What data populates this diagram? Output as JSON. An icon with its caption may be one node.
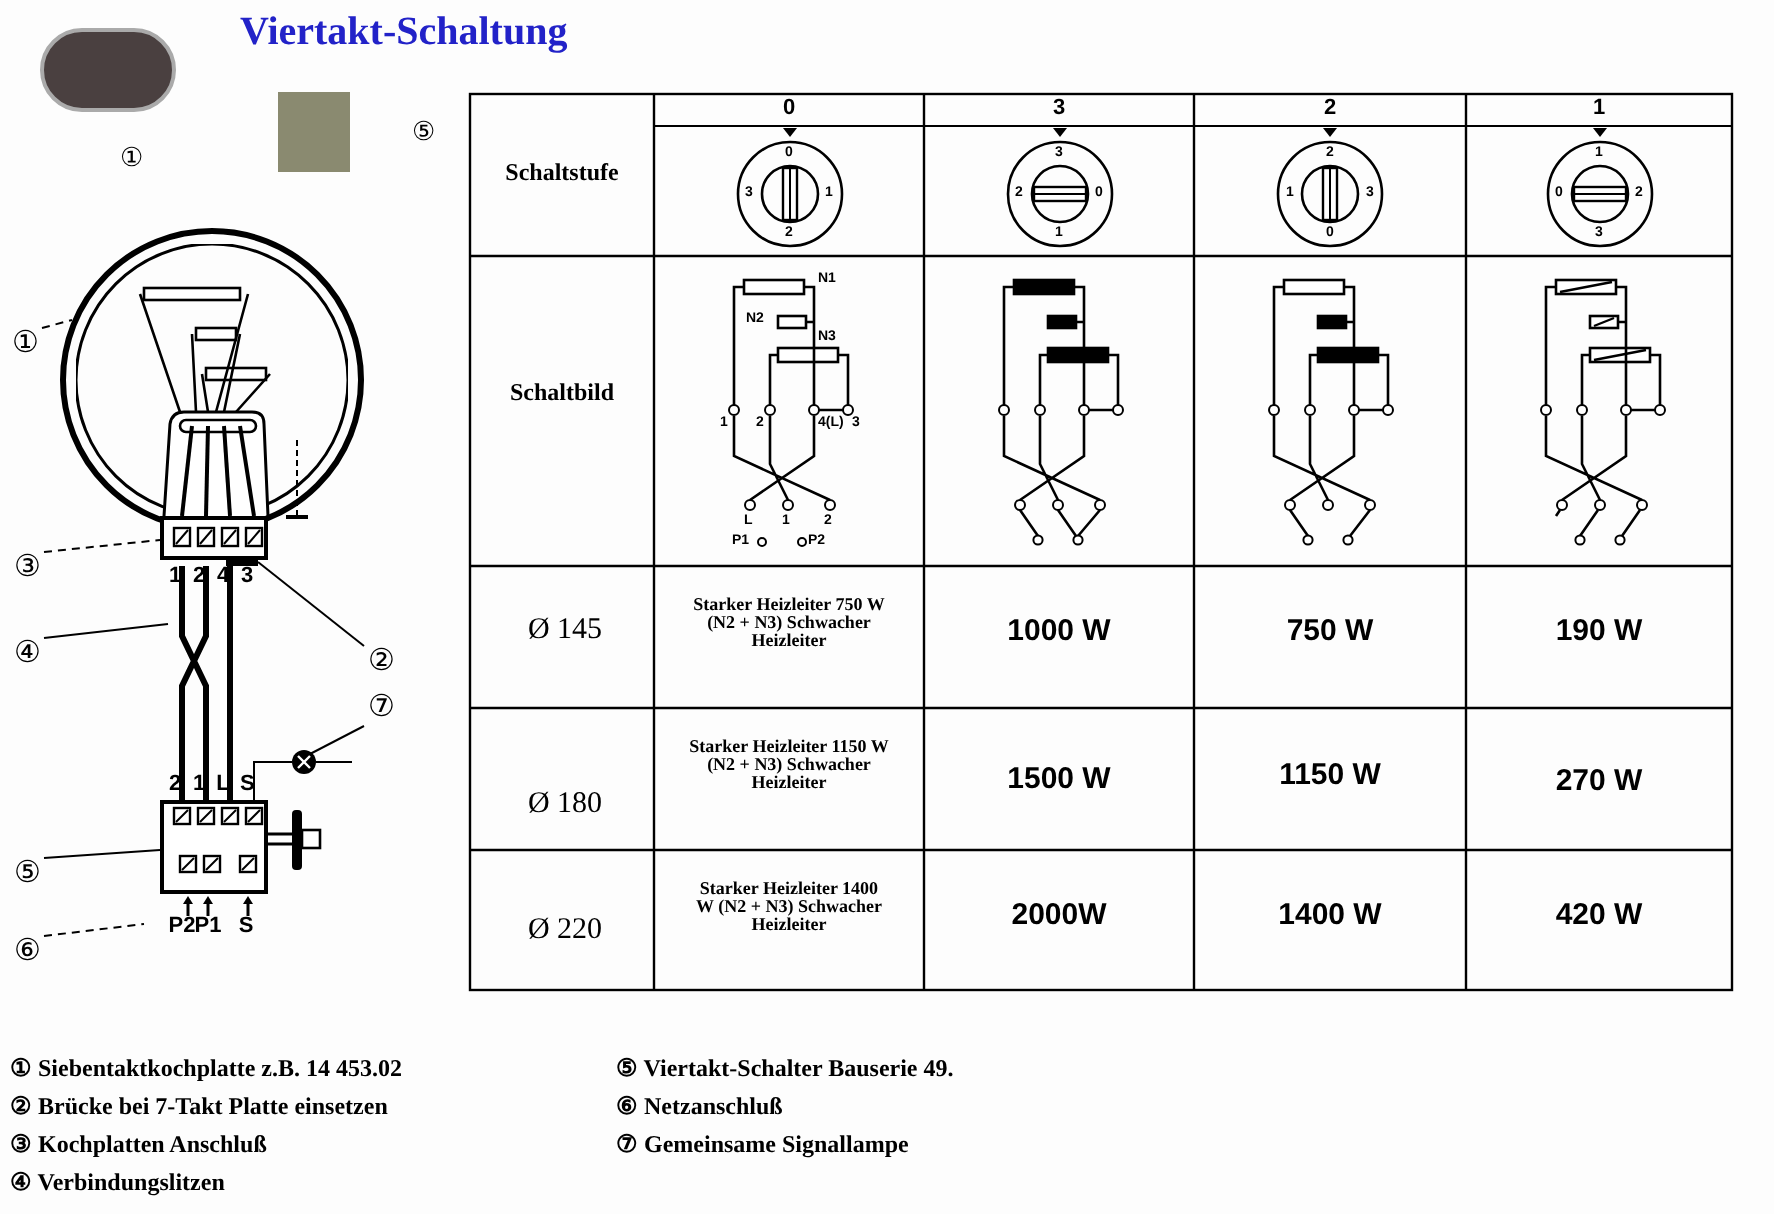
{
  "diagram": {
    "title": "Viertakt-Schaltung",
    "nodes": [
      {
        "text": [
          "①"
        ]
      },
      {
        "text": [],
        "shape": "circle"
      },
      {
        "text": [
          "③"
        ]
      },
      {
        "text": [],
        "shape": "box"
      },
      {
        "text": [
          "④"
        ]
      },
      {
        "text": [],
        "shape": "line"
      },
      {
        "text": [
          "②"
        ]
      },
      {
        "text": [],
        "shape": "bar"
      },
      {
        "text": [
          "⑦"
        ]
      },
      {
        "text": [],
        "shape": "circle"
      },
      {
        "text": [
          "⑤"
        ]
      },
      {
        "text": [],
        "shape": "box"
      },
      {
        "text": [
          "⑥"
        ]
      }
    ],
    "edges": [
      {
        "from": 0,
        "to": 1,
        "arrow": "none",
        "style": "dashed"
      },
      {
        "from": 2,
        "to": 3,
        "arrow": "none",
        "style": "dashed"
      },
      {
        "from": 4,
        "to": 5,
        "arrow": "none"
      },
      {
        "from": 6,
        "to": 7,
        "arrow": "none"
      },
      {
        "from": 8,
        "to": 9,
        "arrow": "none"
      },
      {
        "from": 10,
        "to": 11,
        "arrow": "none"
      },
      {
        "from": 12,
        "to": null,
        "arrow": "none",
        "style": "dashed"
      },
      {
        "from": 11,
        "to": 9,
        "arrow": "none"
      },
      {
        "from": 9,
        "to": null,
        "arrow": "none"
      }
    ],
    "labels": [
      "①",
      "⑤",
      "1",
      "2",
      "4",
      "3",
      "2",
      "1",
      "L",
      "S",
      "P2",
      "P1",
      "S",
      "Schaltstufe",
      "0",
      "3",
      "2",
      "1",
      "0",
      "1",
      "2",
      "3",
      "3",
      "0",
      "1",
      "2",
      "2",
      "3",
      "0",
      "1",
      "1",
      "2",
      "3",
      "0",
      "Schaltbild",
      "N1",
      "N2",
      "N3",
      "1",
      "2",
      "4(L)",
      "3",
      "L",
      "1",
      "2",
      "P1",
      "P2",
      "Ø 145",
      "Starker Heizleiter 750 W (N2 + N3) Schwacher Heizleiter",
      "1000 W",
      "750 W",
      "190 W",
      "Ø 180",
      "Starker Heizleiter 1150 W (N2 + N3) Schwacher Heizleiter",
      "1500 W",
      "1150 W",
      "270 W",
      "Ø 220",
      "Starker Heizleiter 1400 W (N2 + N3) Schwacher Heizleiter",
      "2000W",
      "1400 W",
      "420 W",
      "① Siebentaktkochplatte z.B. 14 453.02",
      "② Brücke bei 7-Takt Platte einsetzen",
      "③ Kochplatten Anschluß",
      "④ Verbindungslitzen",
      "⑤ Viertakt-Schalter Bauserie 49.",
      "⑥ Netzanschluß",
      "⑦ Gemeinsame Signallampe"
    ]
  }
}
